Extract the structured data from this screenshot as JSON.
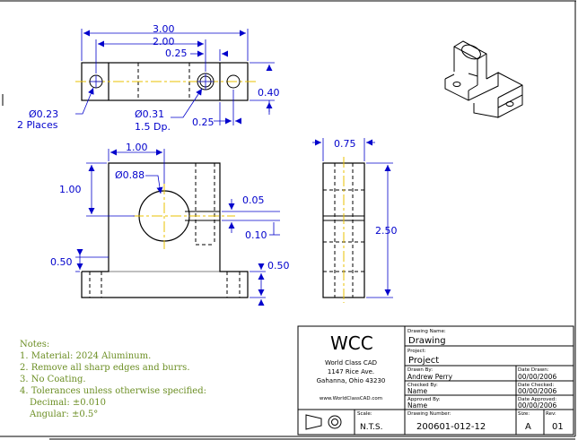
{
  "dimensions": {
    "overall_length": "3.00",
    "hole_spacing": "2.00",
    "hole_offset": "0.25",
    "top_thickness": "0.40",
    "bottom_offset": "0.25",
    "small_hole_dia": "Ø0.23",
    "small_hole_qty": "2 Places",
    "cbore_dia": "Ø0.31",
    "cbore_depth": "1.5 Dp.",
    "front_width_to_center": "1.00",
    "front_height_to_center": "1.00",
    "bore_dia": "Ø0.88",
    "slot_width": "0.05",
    "slot_offset": "0.10",
    "base_height_left": "0.50",
    "base_height_right": "0.50",
    "side_width": "0.75",
    "overall_height": "2.50"
  },
  "notes": {
    "heading": "Notes:",
    "lines": [
      "1. Material: 2024 Aluminum.",
      "2. Remove all sharp edges and burrs.",
      "3. No Coating.",
      "4. Tolerances unless otherwise specified:",
      "Decimal: ±0.010",
      "Angular: ±0.5°"
    ]
  },
  "title_block": {
    "company_logo": "WCC",
    "company_name": "World Class CAD",
    "address_line1": "1147 Rice Ave.",
    "address_line2": "Gahanna, Ohio 43230",
    "website": "www.WorldClassCAD.com",
    "drawing_name_label": "Drawing Name:",
    "drawing_name": "Drawing",
    "project_label": "Project:",
    "project": "Project",
    "drawn_by_label": "Drawn By:",
    "drawn_by": "Andrew Perry",
    "date_drawn_label": "Date Drawn:",
    "date_drawn": "00/00/2006",
    "checked_by_label": "Checked By:",
    "checked_by": "Name",
    "date_checked_label": "Date Checked:",
    "date_checked": "00/00/2006",
    "approved_by_label": "Approved By:",
    "approved_by": "Name",
    "date_approved_label": "Date Approved:",
    "date_approved": "00/00/2006",
    "scale_label": "Scale:",
    "scale": "N.T.S.",
    "drawing_number_label": "Drawing Number:",
    "drawing_number": "200601-012-12",
    "size_label": "Size:",
    "size": "A",
    "rev_label": "Rev:",
    "rev": "01"
  },
  "colors": {
    "line": "#000000",
    "dimension": "#0000cc",
    "centerline": "#e8c000",
    "notes": "#6b8e23"
  }
}
